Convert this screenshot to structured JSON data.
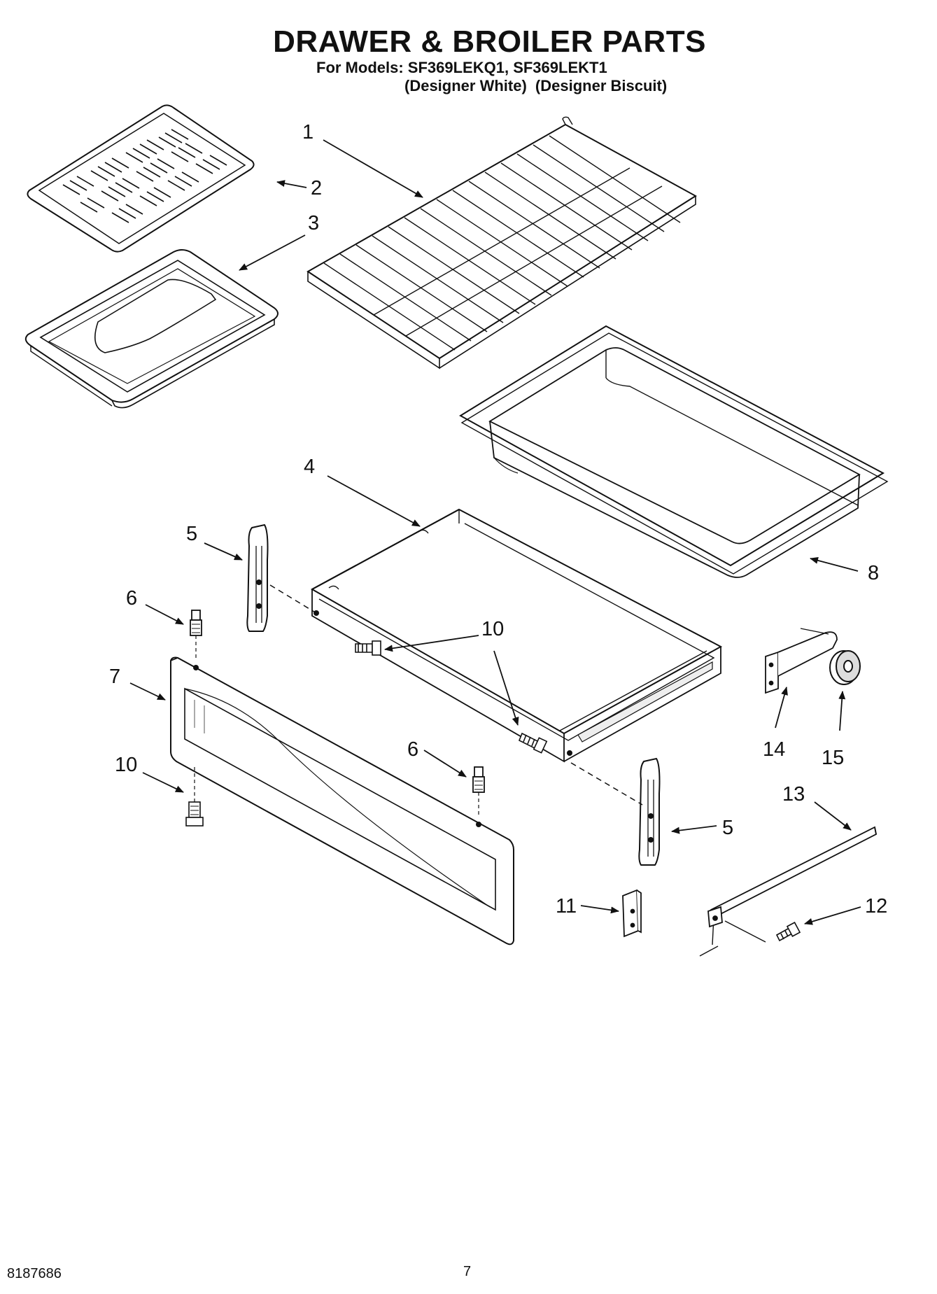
{
  "header": {
    "title": "DRAWER & BROILER PARTS",
    "models_label": "For Models:",
    "models": "SF369LEKQ1, SF369LEKT1",
    "variant_1": "(Designer White)",
    "variant_2": "(Designer Biscuit)"
  },
  "callouts": {
    "c1": "1",
    "c2": "2",
    "c3": "3",
    "c4": "4",
    "c5a": "5",
    "c5b": "5",
    "c6a": "6",
    "c6b": "6",
    "c7": "7",
    "c8": "8",
    "c10a": "10",
    "c10b": "10",
    "c10c": "10",
    "c11": "11",
    "c12": "12",
    "c13": "13",
    "c14": "14",
    "c15": "15"
  },
  "footer": {
    "part_number": "8187686",
    "page_number": "7"
  },
  "colors": {
    "line": "#111111",
    "paper": "#ffffff",
    "shade": "#d9d9d9"
  }
}
